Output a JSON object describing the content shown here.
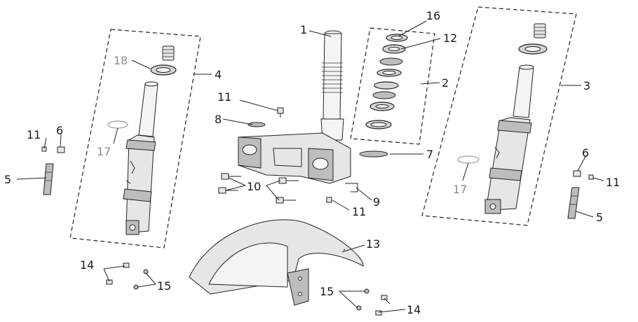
{
  "callouts": [
    {
      "id": "c1",
      "text": "1"
    },
    {
      "id": "c2",
      "text": "2"
    },
    {
      "id": "c3",
      "text": "3"
    },
    {
      "id": "c4",
      "text": "4"
    },
    {
      "id": "c5l",
      "text": "5"
    },
    {
      "id": "c5r",
      "text": "5"
    },
    {
      "id": "c6l",
      "text": "6"
    },
    {
      "id": "c6r",
      "text": "6"
    },
    {
      "id": "c7",
      "text": "7"
    },
    {
      "id": "c8",
      "text": "8"
    },
    {
      "id": "c9",
      "text": "9"
    },
    {
      "id": "c10",
      "text": "10"
    },
    {
      "id": "c11a",
      "text": "11"
    },
    {
      "id": "c11b",
      "text": "11"
    },
    {
      "id": "c11c",
      "text": "11"
    },
    {
      "id": "c11d",
      "text": "11"
    },
    {
      "id": "c12",
      "text": "12"
    },
    {
      "id": "c13",
      "text": "13"
    },
    {
      "id": "c14l",
      "text": "14"
    },
    {
      "id": "c14r",
      "text": "14"
    },
    {
      "id": "c15l",
      "text": "15"
    },
    {
      "id": "c15r",
      "text": "15"
    },
    {
      "id": "c16",
      "text": "16"
    },
    {
      "id": "c17l",
      "text": "17"
    },
    {
      "id": "c17r",
      "text": "17"
    },
    {
      "id": "c18",
      "text": "18"
    }
  ]
}
